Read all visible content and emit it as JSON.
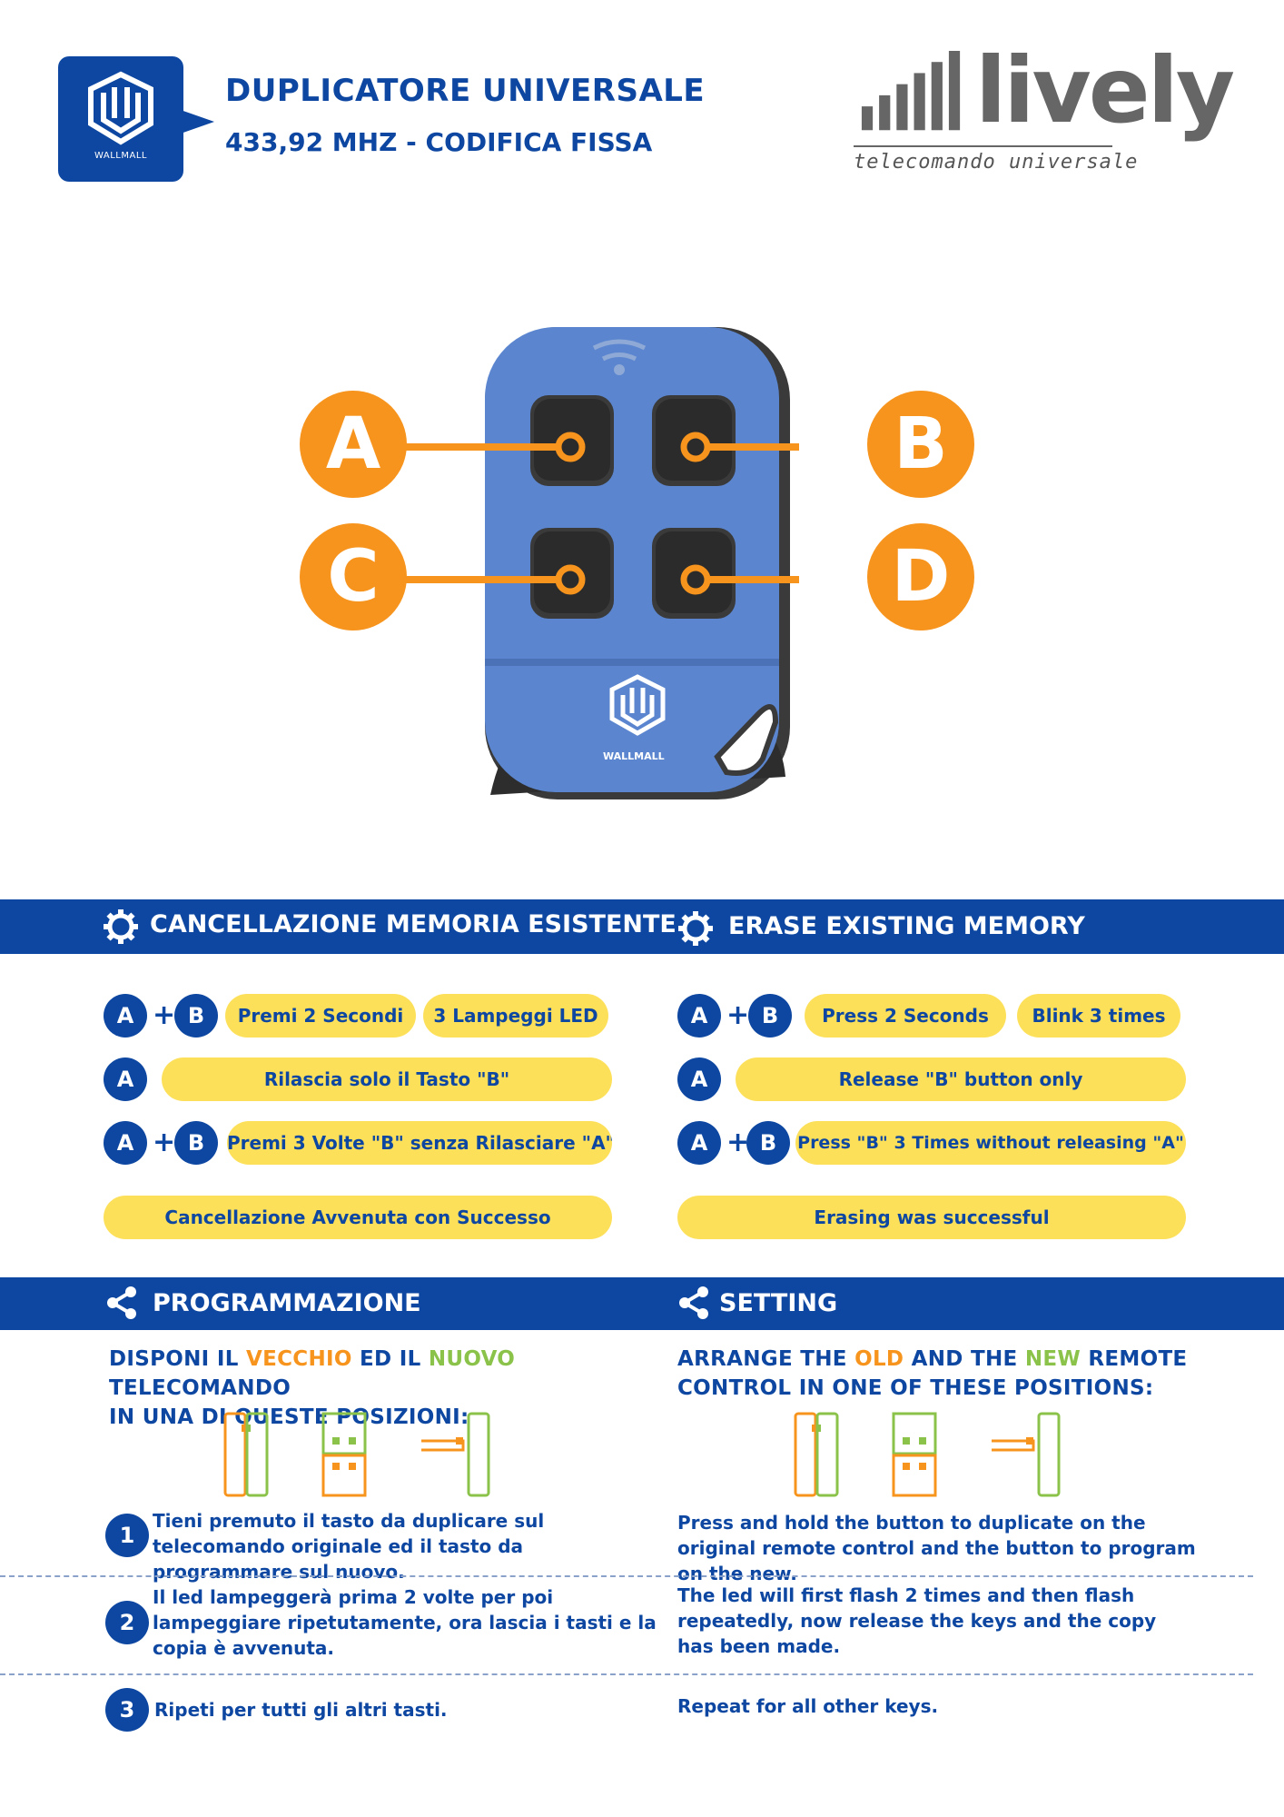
{
  "header": {
    "brand_name": "WALLMALL",
    "title": "DUPLICATORE UNIVERSALE",
    "subtitle": "433,92 MHZ - CODIFICA FISSA",
    "lively_word": "lively",
    "lively_tagline": "telecomando universale"
  },
  "remote": {
    "brand_name": "WALLMALL",
    "buttons": [
      "A",
      "B",
      "C",
      "D"
    ]
  },
  "erase": {
    "it_title": "CANCELLAZIONE MEMORIA ESISTENTE",
    "en_title": "ERASE EXISTING MEMORY",
    "it": {
      "row1_keys": [
        "A",
        "B"
      ],
      "row1_pill1": "Premi 2 Secondi",
      "row1_pill2": "3 Lampeggi LED",
      "row2_key": "A",
      "row2_pill": "Rilascia solo il Tasto \"B\"",
      "row3_keys": [
        "A",
        "B"
      ],
      "row3_pill": "Premi 3 Volte \"B\" senza Rilasciare \"A\"",
      "result": "Cancellazione Avvenuta con Successo"
    },
    "en": {
      "row1_keys": [
        "A",
        "B"
      ],
      "row1_pill1": "Press 2 Seconds",
      "row1_pill2": "Blink 3 times",
      "row2_key": "A",
      "row2_pill": "Release \"B\" button only",
      "row3_keys": [
        "A",
        "B"
      ],
      "row3_pill": "Press \"B\" 3 Times without releasing \"A\"",
      "result": "Erasing was successful"
    },
    "plus": "+"
  },
  "programming": {
    "it_title": "PROGRAMMAZIONE",
    "en_title": "SETTING",
    "it_heading": {
      "p1": "DISPONI IL ",
      "old": "VECCHIO",
      "p2": " ED IL ",
      "new": "NUOVO",
      "p3": " TELECOMANDO",
      "line2": "IN UNA DI QUESTE POSIZIONI:"
    },
    "en_heading": {
      "p1": "ARRANGE THE ",
      "old": "OLD",
      "p2": " AND THE ",
      "new": "NEW",
      "p3": " REMOTE",
      "line2": "CONTROL IN ONE OF THESE POSITIONS:"
    },
    "steps": [
      {
        "num": "1",
        "it": "Tieni premuto il tasto da duplicare sul telecomando originale ed il tasto da programmare sul nuovo.",
        "en": "Press and hold the button to duplicate on the original remote control and the button to program on the new."
      },
      {
        "num": "2",
        "it": "Il led lampeggerà prima 2 volte per poi lampeggiare ripetutamente, ora lascia i tasti e la copia è avvenuta.",
        "en": "The led will first flash 2 times and then flash repeatedly, now release the keys and the copy has been made."
      },
      {
        "num": "3",
        "it": "Ripeti per tutti gli altri tasti.",
        "en": "Repeat for all other keys."
      }
    ]
  },
  "colors": {
    "blue": "#0d47a1",
    "orange": "#f7941d",
    "yellow": "#fde05a",
    "green": "#8bc34a",
    "remote_blue": "#5b86cf"
  }
}
